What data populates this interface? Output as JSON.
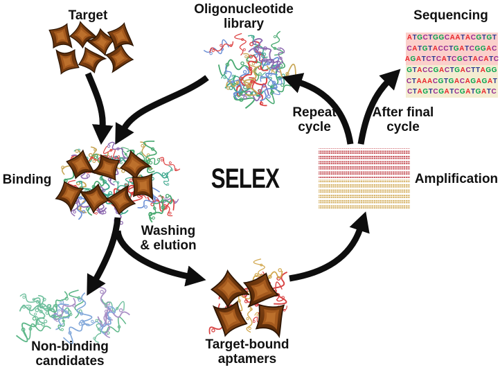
{
  "labels": {
    "target": "Target",
    "library": [
      "Oligonucleotide",
      "library"
    ],
    "sequencing": "Sequencing",
    "binding": "Binding",
    "selex": "SELEX",
    "washing": [
      "Washing",
      "& elution"
    ],
    "repeat_cycle": [
      "Repeat",
      "cycle"
    ],
    "after_final_cycle": [
      "After final",
      "cycle"
    ],
    "amplification": "Amplification",
    "non_binding": [
      "Non-binding",
      "candidates"
    ],
    "target_bound": [
      "Target-bound",
      "aptamers"
    ]
  },
  "sequencing_panel": {
    "sequences": [
      "ATGCTGGCAATACGTGT",
      "CATGTACCTGATCGGAC",
      "AGATCTCATCGCTACATC",
      "GTACCGACTGACTTAGG",
      "CTAAACGTGACAGAGAT",
      "CTAGTCGATCGATGATC"
    ],
    "base_colors": {
      "A": "#e8262b",
      "T": "#2b3990",
      "G": "#00a14b",
      "C": "#93268f"
    },
    "top_background": "#fbcfcb",
    "bottom_background": "#f4ecd1"
  },
  "colors": {
    "arrow": "#0e0e0e",
    "text": "#111111",
    "amplification_red": "#c03f46",
    "amplification_yellow": "#cfa64e",
    "target_brown": "#7c3d10",
    "library_palette": [
      "#49a971",
      "#dc4040",
      "#8d69b0",
      "#6a8ed5",
      "#c8a757",
      "#3ea88e"
    ],
    "binding_palette": [
      "#49a971",
      "#dc4040",
      "#8d69b0",
      "#6a8ed5",
      "#c8a757",
      "#3ea88e"
    ],
    "non_binding_palette": [
      "#6fbf9d",
      "#a98fc6",
      "#7fa6d9",
      "#5fb88a"
    ],
    "aptamer_palette": [
      "#d2a84f",
      "#d84444"
    ]
  }
}
